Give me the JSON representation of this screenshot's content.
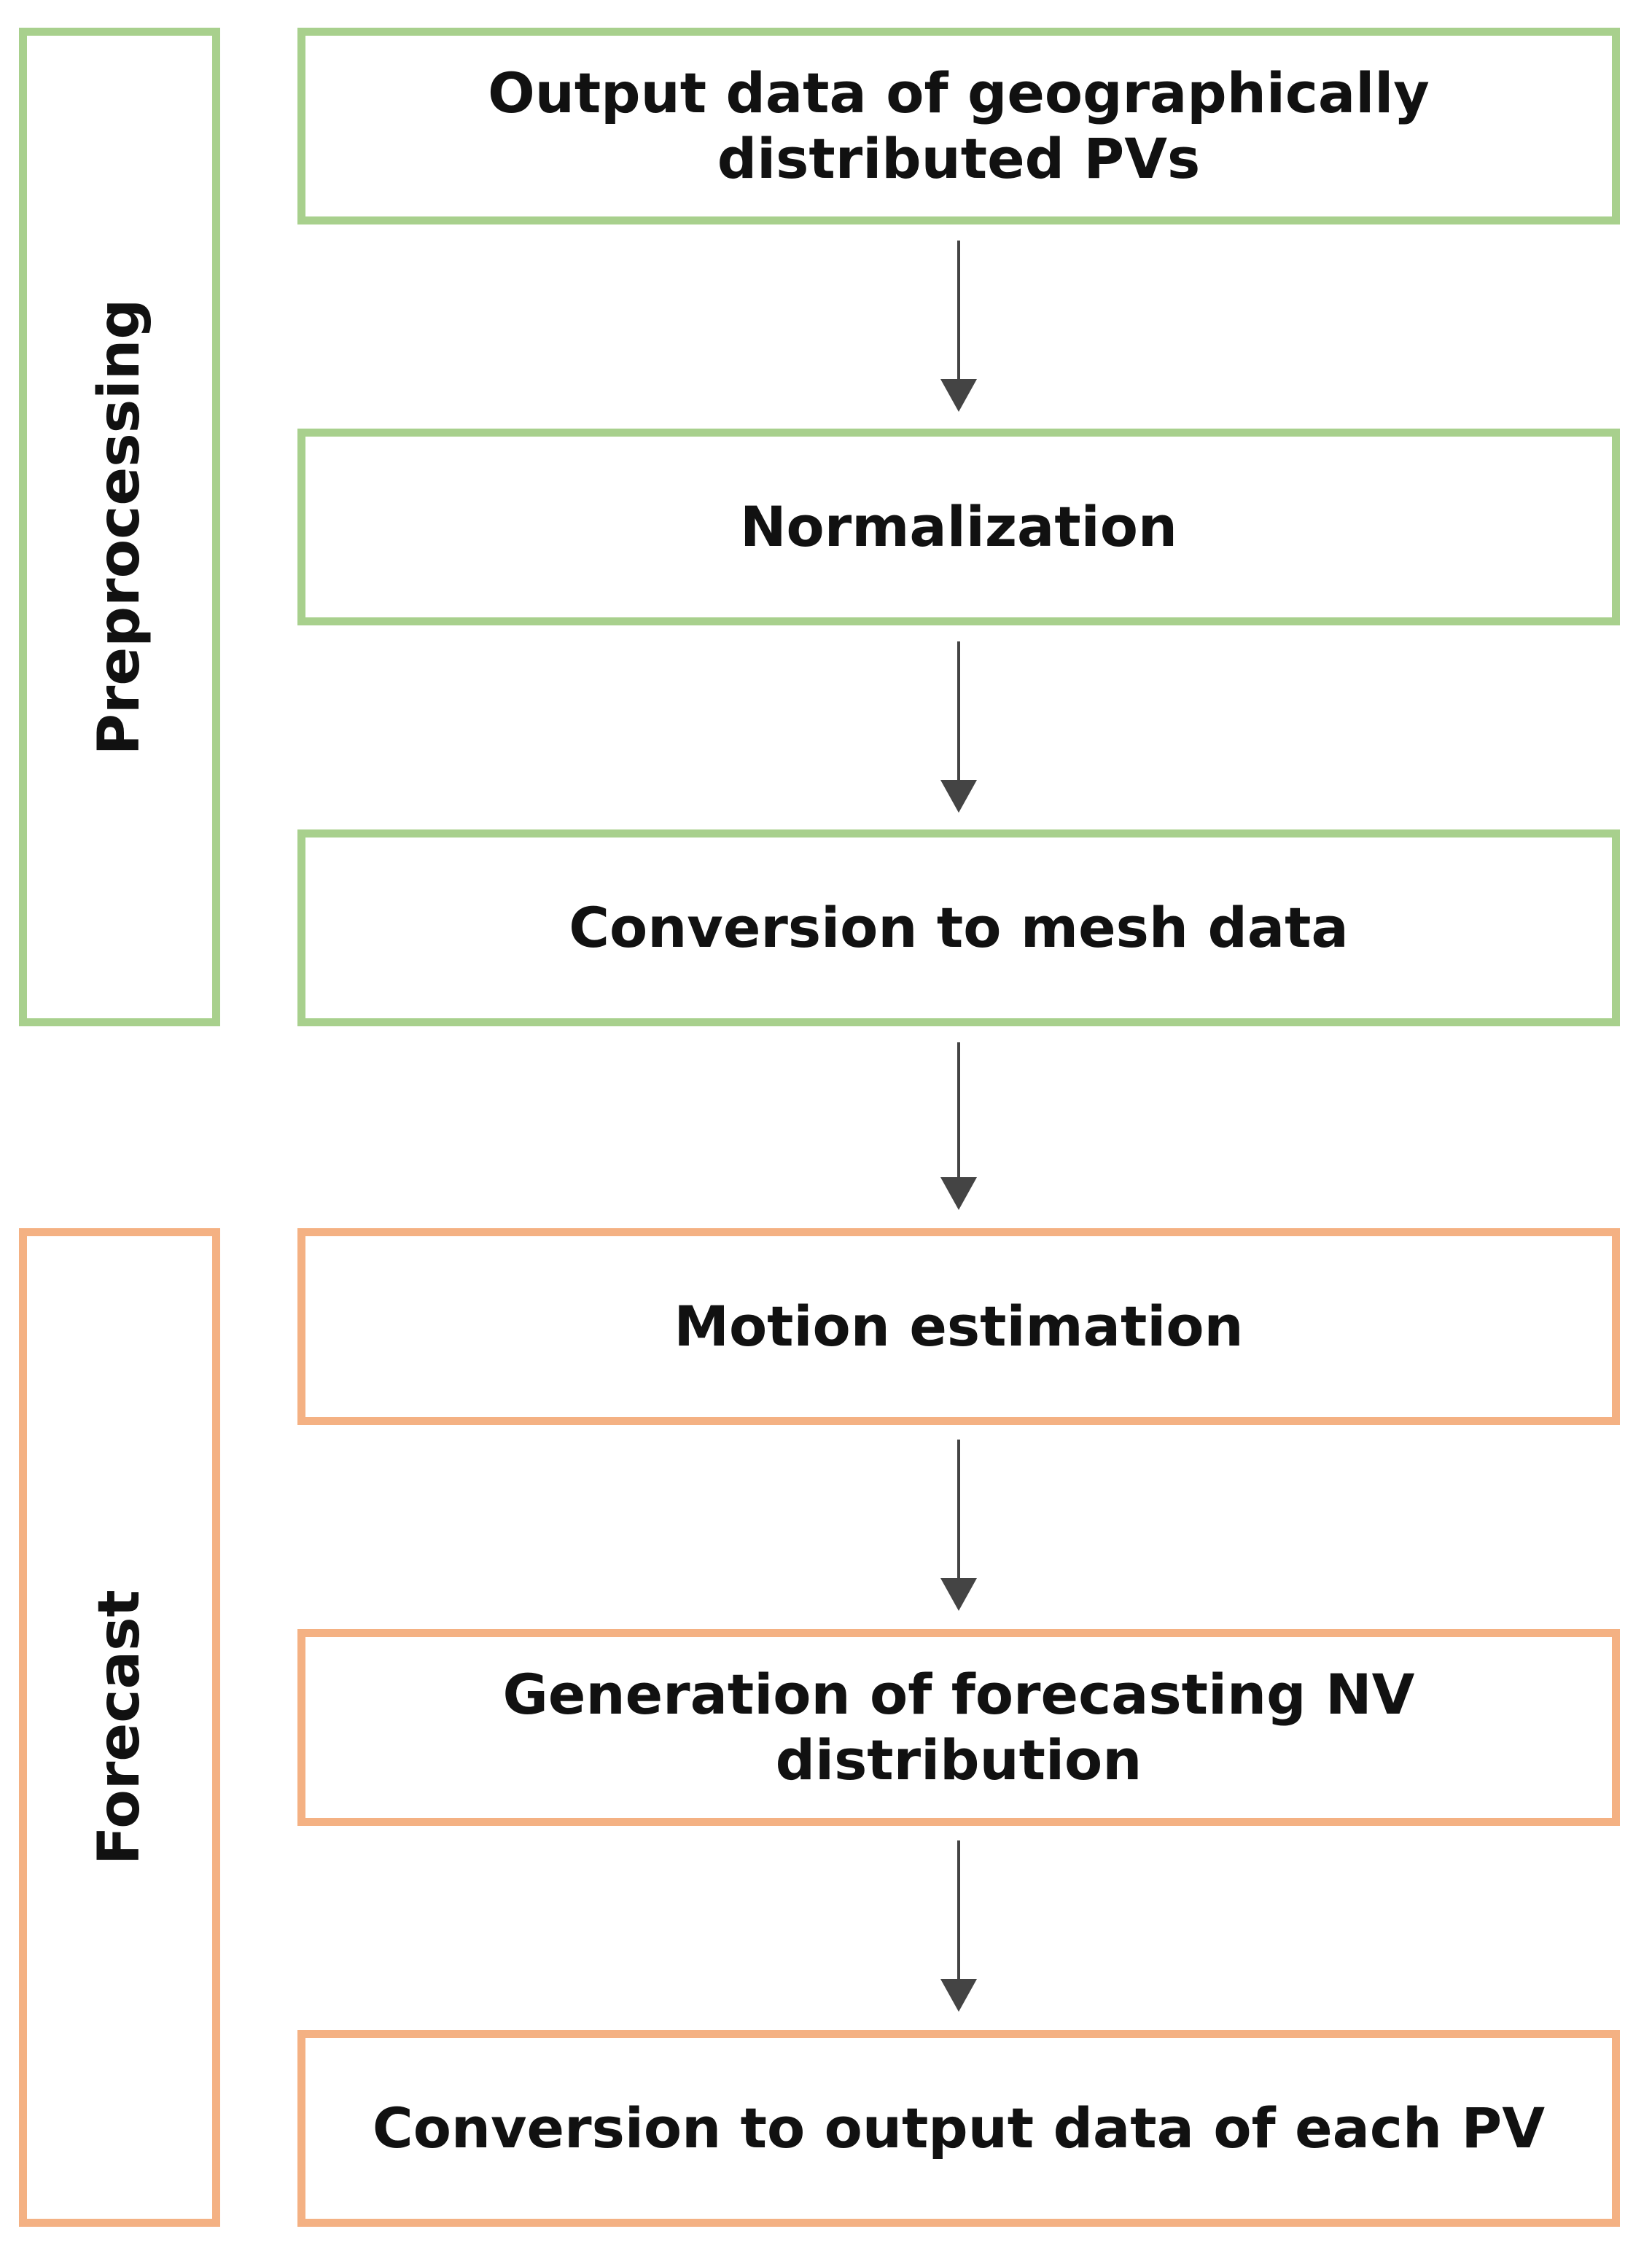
{
  "colors": {
    "preprocessing": "#a8d08d",
    "forecast": "#f4b183",
    "arrow": "#444444",
    "text": "#111111"
  },
  "groups": {
    "preprocessing": {
      "label": "Preprocessing"
    },
    "forecast": {
      "label": "Forecast"
    }
  },
  "steps": [
    {
      "label": "Output data of geographically distributed PVs",
      "group": "preprocessing"
    },
    {
      "label": "Normalization",
      "group": "preprocessing"
    },
    {
      "label": "Conversion to mesh data",
      "group": "preprocessing"
    },
    {
      "label": "Motion estimation",
      "group": "forecast"
    },
    {
      "label": "Generation of forecasting NV distribution",
      "group": "forecast"
    },
    {
      "label": "Conversion to output data of each PV",
      "group": "forecast"
    }
  ]
}
